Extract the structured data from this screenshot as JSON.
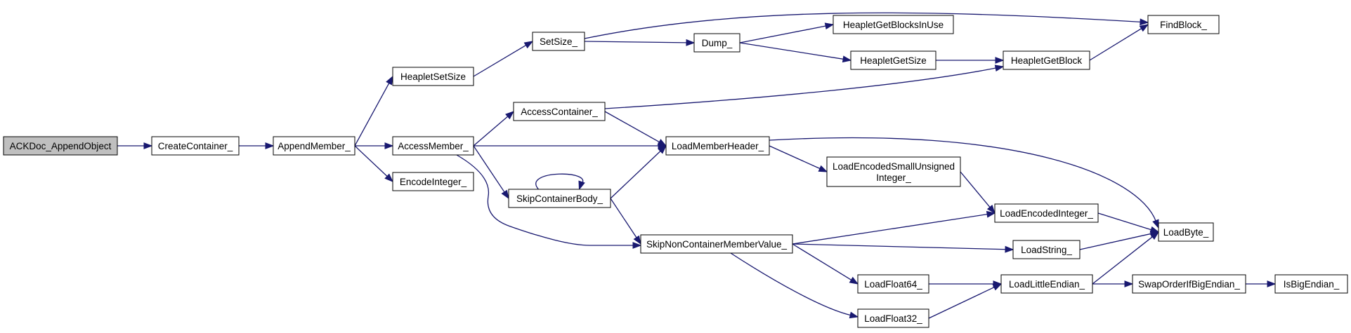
{
  "graph": {
    "edge_color": "#191970",
    "root_fill": "#bfbfbf",
    "nodes": [
      {
        "id": "ackdoc",
        "label": "ACKDoc_AppendObject",
        "root": true
      },
      {
        "id": "createcontainer",
        "label": "CreateContainer_"
      },
      {
        "id": "appendmember",
        "label": "AppendMember_"
      },
      {
        "id": "heapletsetsize",
        "label": "HeapletSetSize"
      },
      {
        "id": "accessmember",
        "label": "AccessMember_"
      },
      {
        "id": "encodeinteger",
        "label": "EncodeInteger_"
      },
      {
        "id": "setsize",
        "label": "SetSize_"
      },
      {
        "id": "accesscontainer",
        "label": "AccessContainer_"
      },
      {
        "id": "skipcontainerbody",
        "label": "SkipContainerBody_"
      },
      {
        "id": "dump",
        "label": "Dump_"
      },
      {
        "id": "loadmemberheader",
        "label": "LoadMemberHeader_"
      },
      {
        "id": "skipnoncontainer",
        "label": "SkipNonContainerMemberValue_"
      },
      {
        "id": "heapletgetblocksinuse",
        "label": "HeapletGetBlocksInUse"
      },
      {
        "id": "heapletgetsize",
        "label": "HeapletGetSize"
      },
      {
        "id": "loadencodedsmall",
        "label": "LoadEncodedSmallUnsigned Integer_",
        "lines": [
          "LoadEncodedSmallUnsigned",
          "Integer_"
        ]
      },
      {
        "id": "loadfloat64",
        "label": "LoadFloat64_"
      },
      {
        "id": "loadfloat32",
        "label": "LoadFloat32_"
      },
      {
        "id": "heapletgetblock",
        "label": "HeapletGetBlock"
      },
      {
        "id": "loadencodedinteger",
        "label": "LoadEncodedInteger_"
      },
      {
        "id": "loadstring",
        "label": "LoadString_"
      },
      {
        "id": "loadlittleendian",
        "label": "LoadLittleEndian_"
      },
      {
        "id": "findblock",
        "label": "FindBlock_"
      },
      {
        "id": "loadbyte",
        "label": "LoadByte_"
      },
      {
        "id": "swaporder",
        "label": "SwapOrderIfBigEndian_"
      },
      {
        "id": "isbigendian",
        "label": "IsBigEndian_"
      }
    ],
    "edges": [
      {
        "from": "ackdoc",
        "to": "createcontainer"
      },
      {
        "from": "createcontainer",
        "to": "appendmember"
      },
      {
        "from": "appendmember",
        "to": "heapletsetsize"
      },
      {
        "from": "appendmember",
        "to": "accessmember"
      },
      {
        "from": "appendmember",
        "to": "encodeinteger"
      },
      {
        "from": "heapletsetsize",
        "to": "setsize"
      },
      {
        "from": "setsize",
        "to": "findblock"
      },
      {
        "from": "setsize",
        "to": "dump"
      },
      {
        "from": "dump",
        "to": "heapletgetblocksinuse"
      },
      {
        "from": "dump",
        "to": "heapletgetsize"
      },
      {
        "from": "heapletgetsize",
        "to": "heapletgetblock"
      },
      {
        "from": "heapletgetblock",
        "to": "findblock"
      },
      {
        "from": "accessmember",
        "to": "accesscontainer"
      },
      {
        "from": "accessmember",
        "to": "loadmemberheader"
      },
      {
        "from": "accessmember",
        "to": "skipcontainerbody"
      },
      {
        "from": "accessmember",
        "to": "skipnoncontainer"
      },
      {
        "from": "accesscontainer",
        "to": "heapletgetblock"
      },
      {
        "from": "accesscontainer",
        "to": "loadmemberheader"
      },
      {
        "from": "skipcontainerbody",
        "to": "skipcontainerbody"
      },
      {
        "from": "skipcontainerbody",
        "to": "loadmemberheader"
      },
      {
        "from": "skipcontainerbody",
        "to": "skipnoncontainer"
      },
      {
        "from": "loadmemberheader",
        "to": "loadbyte"
      },
      {
        "from": "loadmemberheader",
        "to": "loadencodedsmall"
      },
      {
        "from": "loadencodedsmall",
        "to": "loadencodedinteger"
      },
      {
        "from": "loadencodedinteger",
        "to": "loadbyte"
      },
      {
        "from": "skipnoncontainer",
        "to": "loadencodedinteger"
      },
      {
        "from": "skipnoncontainer",
        "to": "loadstring"
      },
      {
        "from": "skipnoncontainer",
        "to": "loadfloat64"
      },
      {
        "from": "skipnoncontainer",
        "to": "loadfloat32"
      },
      {
        "from": "loadstring",
        "to": "loadbyte"
      },
      {
        "from": "loadfloat64",
        "to": "loadlittleendian"
      },
      {
        "from": "loadfloat32",
        "to": "loadlittleendian"
      },
      {
        "from": "loadlittleendian",
        "to": "loadbyte"
      },
      {
        "from": "loadlittleendian",
        "to": "swaporder"
      },
      {
        "from": "swaporder",
        "to": "isbigendian"
      }
    ]
  }
}
